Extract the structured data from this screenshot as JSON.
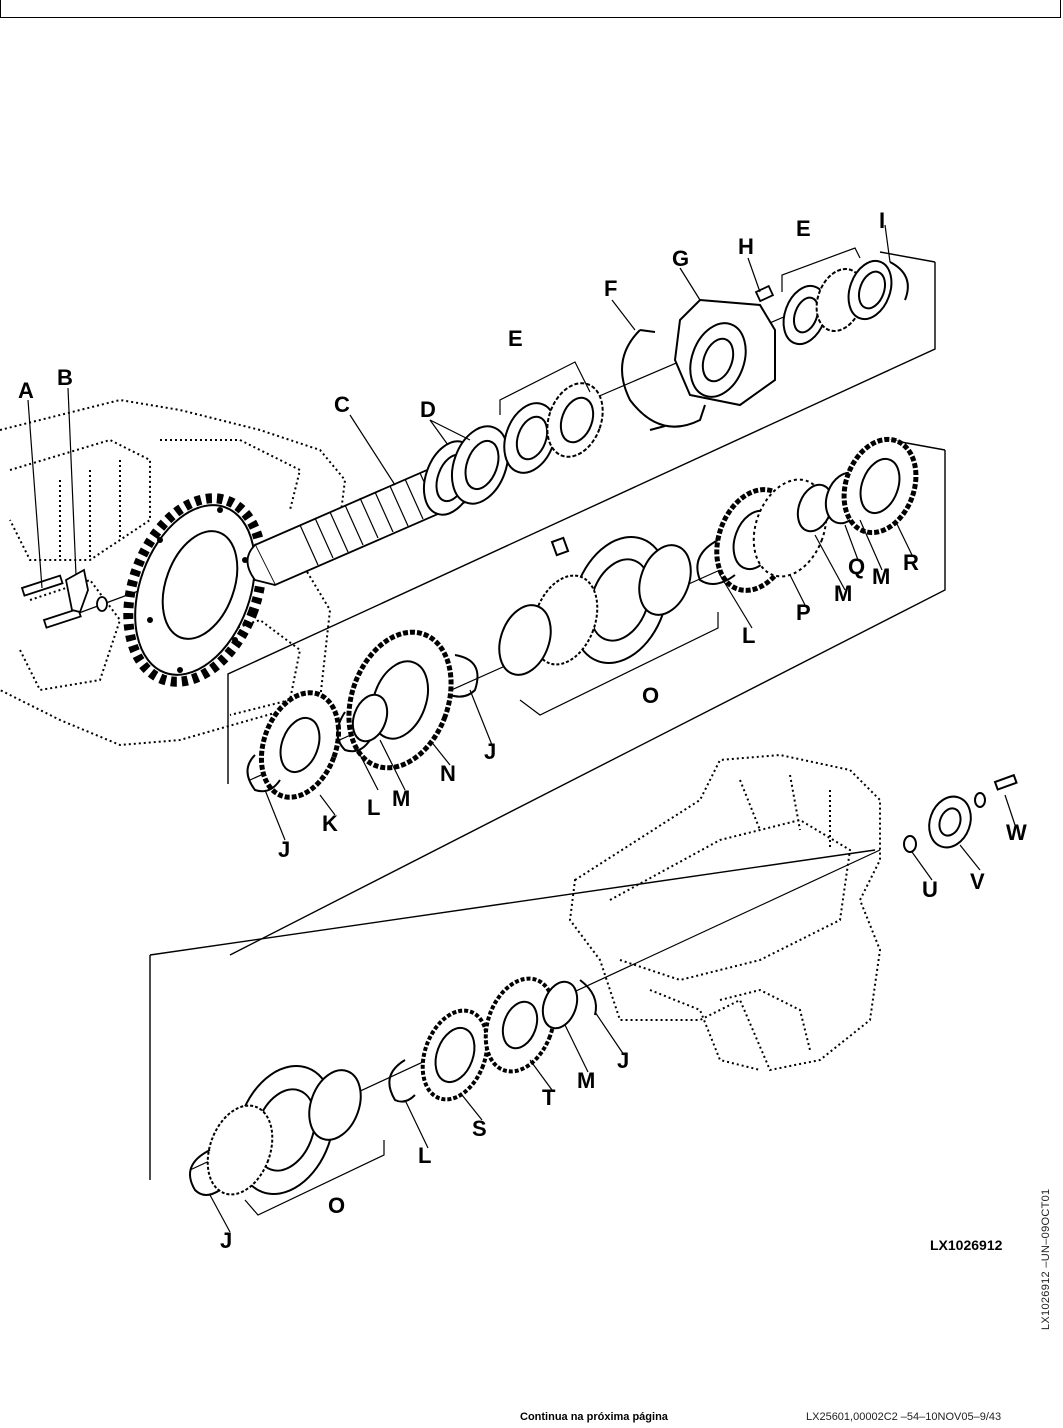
{
  "labels": {
    "A": "A",
    "B": "B",
    "C": "C",
    "D": "D",
    "E": "E",
    "F": "F",
    "G": "G",
    "H": "H",
    "I": "I",
    "J": "J",
    "K": "K",
    "L": "L",
    "M": "M",
    "N": "N",
    "O": "O",
    "P": "P",
    "Q": "Q",
    "R": "R",
    "S": "S",
    "T": "T",
    "U": "U",
    "V": "V",
    "W": "W"
  },
  "figure_code": "LX1026912",
  "side_code": "LX1026912 –UN–09OCT01",
  "footer": {
    "continue_text": "Continua na próxima página",
    "reference": "LX25601,00002C2   –54–10NOV05–9/43"
  }
}
